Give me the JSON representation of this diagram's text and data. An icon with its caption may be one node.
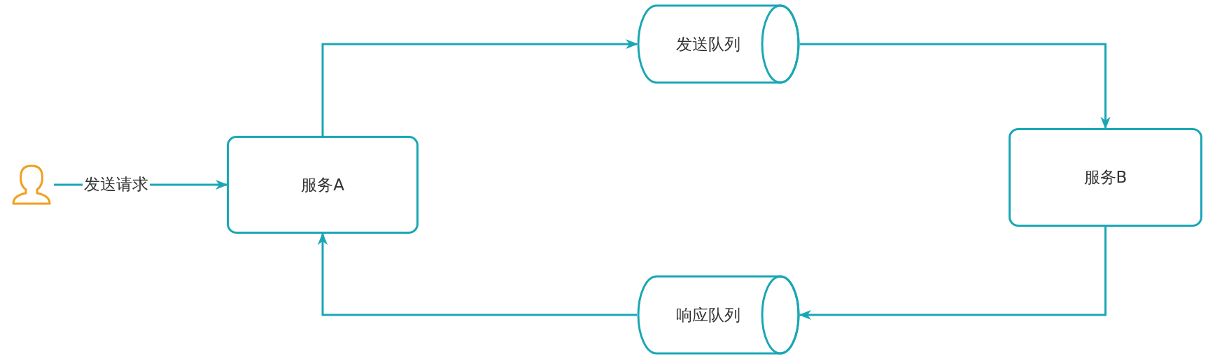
{
  "diagram": {
    "nodes": [
      {
        "text": [],
        "shape": "person"
      },
      {
        "text": [
          "服务A"
        ]
      },
      {
        "text": [
          "发送队列"
        ]
      },
      {
        "text": [
          "服务B"
        ]
      },
      {
        "text": [
          "响应队列"
        ]
      }
    ],
    "edges": [
      {
        "from": 0,
        "to": 1,
        "arrow": "to",
        "label": "发送请求"
      },
      {
        "from": 1,
        "to": 2,
        "arrow": "to"
      },
      {
        "from": 2,
        "to": 3,
        "arrow": "to"
      },
      {
        "from": 3,
        "to": 4,
        "arrow": "to"
      },
      {
        "from": 4,
        "to": 1,
        "arrow": "to"
      }
    ]
  }
}
